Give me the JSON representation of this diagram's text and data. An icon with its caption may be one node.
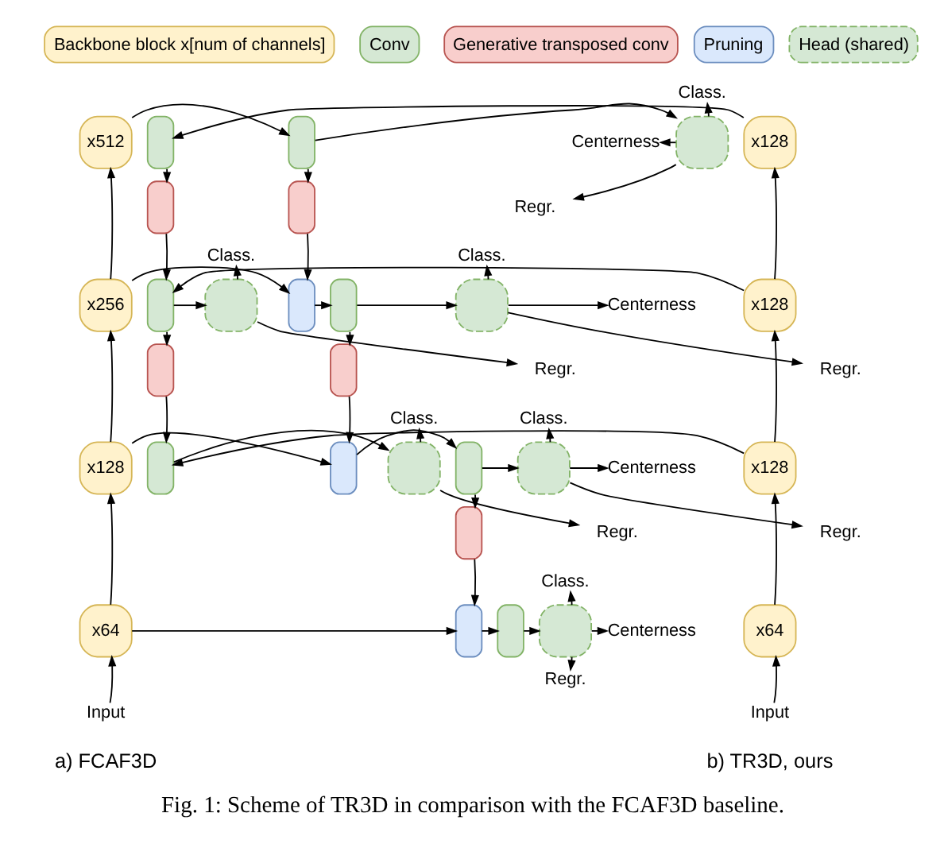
{
  "diagram": {
    "caption": "Fig. 1: Scheme of TR3D in comparison with the FCAF3D baseline.",
    "nodes": [
      {
        "text": [
          "x512"
        ]
      },
      {
        "text": [],
        "shape": "box"
      },
      {
        "text": [],
        "shape": "box"
      },
      {
        "text": [
          "Class."
        ]
      },
      {
        "text": [
          "Centerness"
        ]
      },
      {
        "text": [
          "Regr."
        ]
      },
      {
        "text": [],
        "shape": "box"
      },
      {
        "text": [
          "x256"
        ]
      },
      {
        "text": [],
        "shape": "box"
      },
      {
        "text": [],
        "shape": "box"
      },
      {
        "text": [],
        "shape": "box"
      },
      {
        "text": [
          "Class."
        ]
      },
      {
        "text": [
          "Centerness"
        ]
      },
      {
        "text": [
          "Regr."
        ]
      },
      {
        "text": [],
        "shape": "box"
      },
      {
        "text": [
          "x128"
        ]
      },
      {
        "text": [],
        "shape": "box"
      },
      {
        "text": [],
        "shape": "box"
      },
      {
        "text": [],
        "shape": "box"
      },
      {
        "text": [
          "Class."
        ]
      },
      {
        "text": [
          "Centerness"
        ]
      },
      {
        "text": [
          "Regr."
        ]
      },
      {
        "text": [],
        "shape": "box"
      },
      {
        "text": [
          "x64"
        ]
      },
      {
        "text": [],
        "shape": "box"
      },
      {
        "text": [],
        "shape": "box"
      },
      {
        "text": [],
        "shape": "box"
      },
      {
        "text": [
          "Class."
        ]
      },
      {
        "text": [
          "Centerness"
        ]
      },
      {
        "text": [
          "Regr."
        ]
      },
      {
        "text": [
          "Input"
        ]
      },
      {
        "text": [
          "x128"
        ]
      },
      {
        "text": [],
        "shape": "box"
      },
      {
        "text": [],
        "shape": "box"
      },
      {
        "text": [
          "x128"
        ]
      },
      {
        "text": [],
        "shape": "box"
      },
      {
        "text": [],
        "shape": "box"
      },
      {
        "text": [
          "Class."
        ]
      },
      {
        "text": [
          "Regr."
        ]
      },
      {
        "text": [],
        "shape": "box"
      },
      {
        "text": [
          "x128"
        ]
      },
      {
        "text": [],
        "shape": "box"
      },
      {
        "text": [],
        "shape": "box"
      },
      {
        "text": [
          "Class."
        ]
      },
      {
        "text": [
          "Regr."
        ]
      },
      {
        "text": [
          "x64"
        ]
      },
      {
        "text": [
          "Input"
        ]
      }
    ],
    "edges": [
      {
        "from": 0,
        "to": 1,
        "arrow": "to"
      },
      {
        "from": 1,
        "to": 2,
        "arrow": "to"
      },
      {
        "from": 2,
        "to": 3,
        "arrow": "to"
      },
      {
        "from": 2,
        "to": 4,
        "arrow": "to"
      },
      {
        "from": 2,
        "to": 5,
        "arrow": "to"
      },
      {
        "from": 1,
        "to": 6,
        "arrow": "to"
      },
      {
        "from": 6,
        "to": 8,
        "arrow": "to"
      },
      {
        "from": 7,
        "to": 8,
        "arrow": "to"
      },
      {
        "from": 8,
        "to": 9,
        "arrow": "to"
      },
      {
        "from": 9,
        "to": 10,
        "arrow": "to"
      },
      {
        "from": 10,
        "to": 11,
        "arrow": "to"
      },
      {
        "from": 10,
        "to": 12,
        "arrow": "to"
      },
      {
        "from": 10,
        "to": 13,
        "arrow": "to"
      },
      {
        "from": 9,
        "to": 14,
        "arrow": "to"
      },
      {
        "from": 14,
        "to": 16,
        "arrow": "to"
      },
      {
        "from": 15,
        "to": 16,
        "arrow": "to"
      },
      {
        "from": 16,
        "to": 17,
        "arrow": "to"
      },
      {
        "from": 17,
        "to": 18,
        "arrow": "to"
      },
      {
        "from": 18,
        "to": 19,
        "arrow": "to"
      },
      {
        "from": 18,
        "to": 20,
        "arrow": "to"
      },
      {
        "from": 18,
        "to": 21,
        "arrow": "to"
      },
      {
        "from": 17,
        "to": 22,
        "arrow": "to"
      },
      {
        "from": 22,
        "to": 24,
        "arrow": "to"
      },
      {
        "from": 23,
        "to": 24,
        "arrow": "to"
      },
      {
        "from": 24,
        "to": 25,
        "arrow": "to"
      },
      {
        "from": 25,
        "to": 26,
        "arrow": "to"
      },
      {
        "from": 26,
        "to": 27,
        "arrow": "to"
      },
      {
        "from": 26,
        "to": 28,
        "arrow": "to"
      },
      {
        "from": 26,
        "to": 29,
        "arrow": "to"
      },
      {
        "from": 30,
        "to": 23,
        "arrow": "to"
      },
      {
        "from": 23,
        "to": 15,
        "arrow": "to"
      },
      {
        "from": 15,
        "to": 7,
        "arrow": "to"
      },
      {
        "from": 7,
        "to": 0,
        "arrow": "to"
      },
      {
        "from": 31,
        "to": 32,
        "arrow": "to"
      },
      {
        "from": 32,
        "to": 33,
        "arrow": "to"
      },
      {
        "from": 33,
        "to": 35,
        "arrow": "to"
      },
      {
        "from": 34,
        "to": 35,
        "arrow": "to"
      },
      {
        "from": 35,
        "to": 36,
        "arrow": "to"
      },
      {
        "from": 36,
        "to": 37,
        "arrow": "to"
      },
      {
        "from": 36,
        "to": 38,
        "arrow": "to"
      },
      {
        "from": 35,
        "to": 39,
        "arrow": "to"
      },
      {
        "from": 39,
        "to": 41,
        "arrow": "to"
      },
      {
        "from": 40,
        "to": 41,
        "arrow": "to"
      },
      {
        "from": 41,
        "to": 42,
        "arrow": "to"
      },
      {
        "from": 42,
        "to": 43,
        "arrow": "to"
      },
      {
        "from": 42,
        "to": 44,
        "arrow": "to"
      },
      {
        "from": 46,
        "to": 45,
        "arrow": "to"
      },
      {
        "from": 45,
        "to": 40,
        "arrow": "to"
      },
      {
        "from": 40,
        "to": 34,
        "arrow": "to"
      },
      {
        "from": 34,
        "to": 31,
        "arrow": "to"
      }
    ],
    "labels": [
      "a) FCAF3D",
      "b) TR3D, ours"
    ],
    "legend": [
      {
        "text": "Backbone block x[num of channels]",
        "color": "#fff2cc"
      },
      {
        "text": "Conv",
        "color": "#d5e8d4"
      },
      {
        "text": "Generative transposed conv",
        "color": "#f8cecc"
      },
      {
        "text": "Pruning",
        "color": "#dae8fc"
      },
      {
        "text": "Head (shared)",
        "color": "#d5e8d4"
      }
    ]
  }
}
